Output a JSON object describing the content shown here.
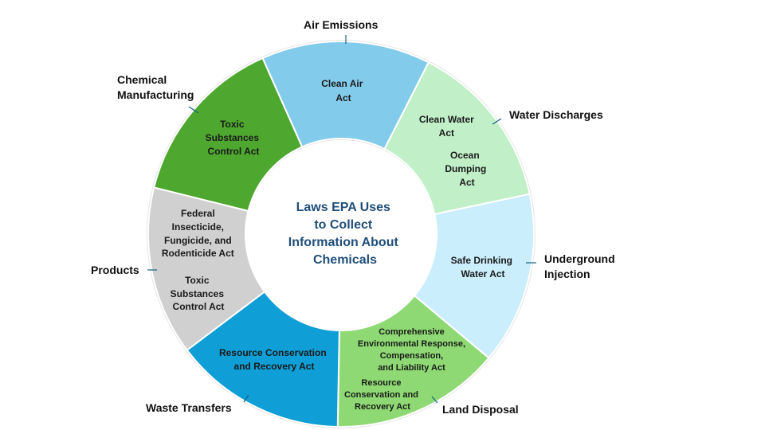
{
  "center_title": [
    "Laws EPA Uses",
    "to Collect",
    "Information About",
    "Chemicals"
  ],
  "segments": [
    {
      "id": "chemical-manufacturing",
      "category": "Chemical Manufacturing",
      "category_lines": [
        "Chemical",
        "Manufacturing"
      ],
      "laws": [
        "Toxic",
        "Substances",
        "Control Act"
      ],
      "color": "#4ea72e"
    },
    {
      "id": "air-emissions",
      "category": "Air Emissions",
      "category_lines": [
        "Air Emissions"
      ],
      "laws": [
        "Clean Air",
        "Act"
      ],
      "color": "#83cbeb"
    },
    {
      "id": "water-discharges",
      "category": "Water Discharges",
      "category_lines": [
        "Water Discharges"
      ],
      "laws": [
        "Clean Water",
        "Act",
        "Ocean",
        "Dumping",
        "Act"
      ],
      "color": "#c1f0c8"
    },
    {
      "id": "underground-injection",
      "category": "Underground Injection",
      "category_lines": [
        "Underground",
        "Injection"
      ],
      "laws": [
        "Safe Drinking",
        "Water Act"
      ],
      "color": "#caeefb"
    },
    {
      "id": "land-disposal",
      "category": "Land Disposal",
      "category_lines": [
        "Land Disposal"
      ],
      "laws": [
        "Comprehensive",
        "Environmental Response,",
        "Compensation,",
        "and Liability Act",
        "Resource",
        "Conservation and",
        "Recovery Act"
      ],
      "color": "#8ed973"
    },
    {
      "id": "waste-transfers",
      "category": "Waste Transfers",
      "category_lines": [
        "Waste Transfers"
      ],
      "laws": [
        "Resource Conservation",
        "and Recovery Act"
      ],
      "color": "#0f9ed5"
    },
    {
      "id": "products",
      "category": "Products",
      "category_lines": [
        "Products"
      ],
      "laws": [
        "Federal",
        "Insecticide,",
        "Fungicide, and",
        "Rodenticide Act",
        "Toxic",
        "Substances",
        "Control Act"
      ],
      "color": "#d0d0d0"
    }
  ]
}
